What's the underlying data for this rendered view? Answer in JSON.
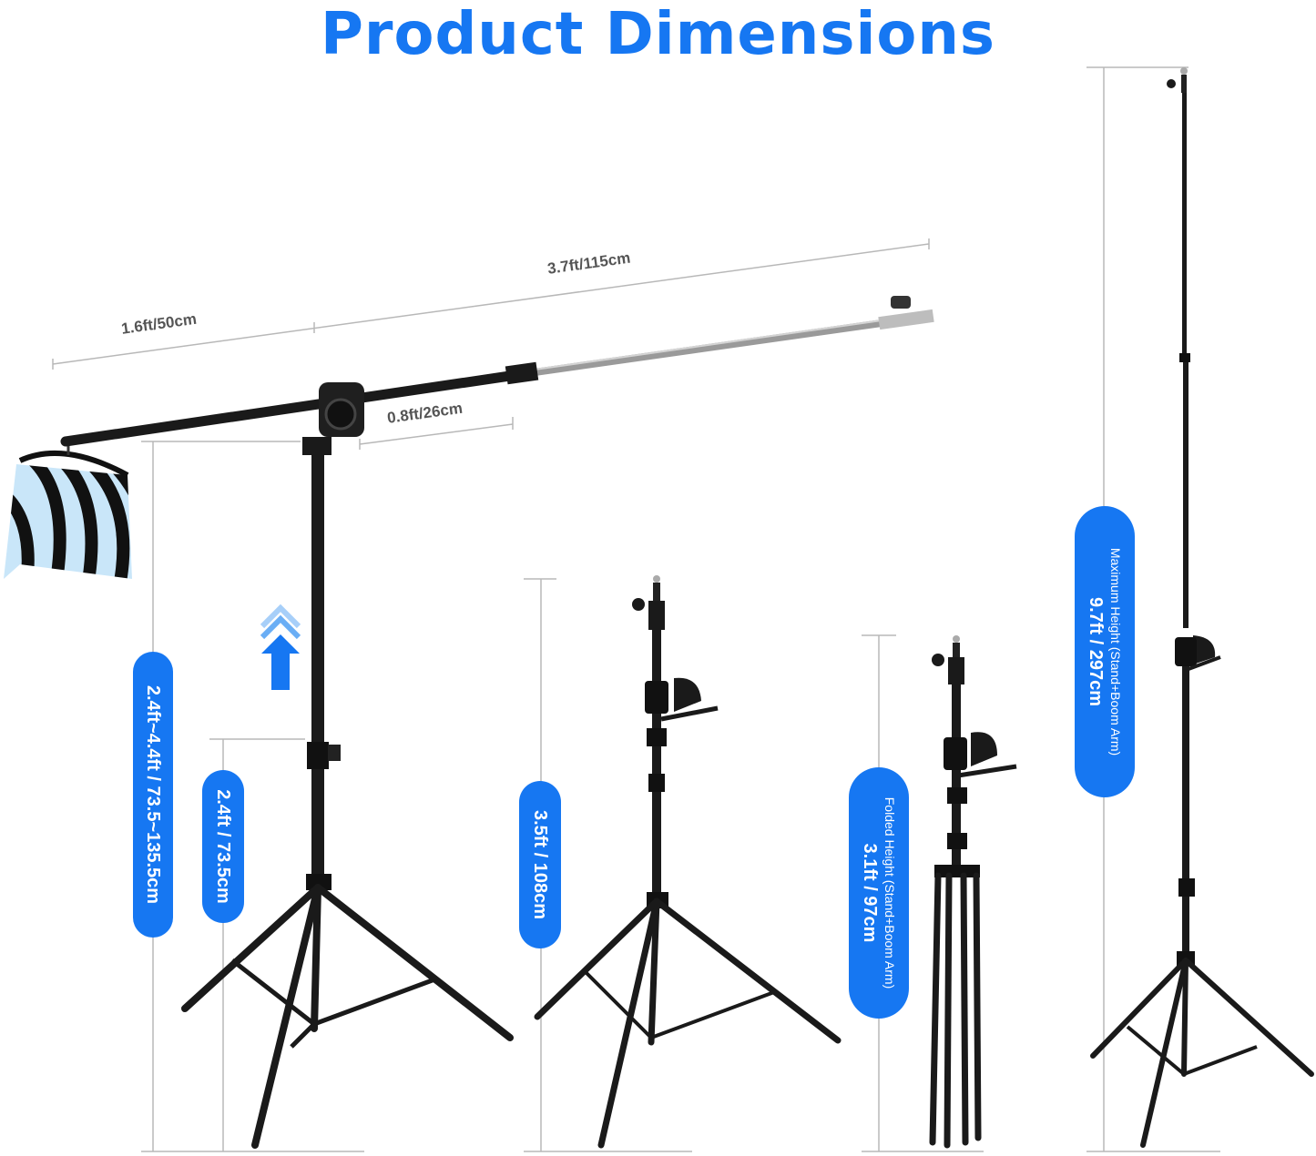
{
  "title": "Product Dimensions",
  "colors": {
    "accent": "#1677f2",
    "pill": "#1677f2",
    "stand": "#1a1a1a",
    "guide": "#b8b8b8",
    "sandbag_light": "#c9e6f9"
  },
  "dimensions": {
    "boom_total": "3.7ft/115cm",
    "boom_rear": "1.6ft/50cm",
    "clamp_offset": "0.8ft/26cm"
  },
  "pills": {
    "range": "2.4ft~4.4ft / 73.5~135.5cm",
    "min_height": "2.4ft / 73.5cm",
    "stand_height": "3.5ft / 108cm",
    "folded_label": "Folded Height (Stand+Boom Arm)",
    "folded_value": "3.1ft / 97cm",
    "max_label": "Maximum Height (Stand+Boom Arm)",
    "max_value": "9.7ft / 297cm"
  },
  "icons": {
    "raise": "double-chevron-up-arrow-icon",
    "sandbag": "sandbag-icon"
  }
}
